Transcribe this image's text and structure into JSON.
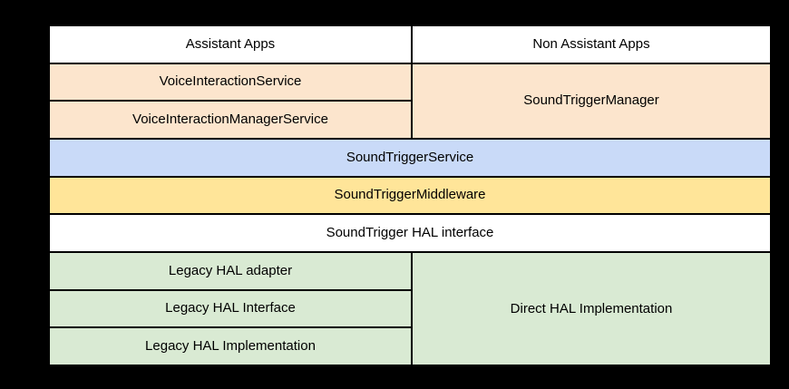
{
  "diagram": {
    "background_color": "#000000",
    "grid_line_color": "#000000",
    "text_color": "#000000",
    "cells": [
      {
        "id": "assistant-apps",
        "label": "Assistant Apps",
        "color": "#ffffff"
      },
      {
        "id": "non-assistant-apps",
        "label": "Non Assistant Apps",
        "color": "#ffffff"
      },
      {
        "id": "voice-interaction-service",
        "label": "VoiceInteractionService",
        "color": "#fce5cd"
      },
      {
        "id": "sound-trigger-manager",
        "label": "SoundTriggerManager",
        "color": "#fce5cd"
      },
      {
        "id": "voice-interaction-manager-service",
        "label": "VoiceInteractionManagerService",
        "color": "#fce5cd"
      },
      {
        "id": "sound-trigger-service",
        "label": "SoundTriggerService",
        "color": "#c9daf8"
      },
      {
        "id": "sound-trigger-middleware",
        "label": "SoundTriggerMiddleware",
        "color": "#ffe599"
      },
      {
        "id": "sound-trigger-hal-interface",
        "label": "SoundTrigger HAL interface",
        "color": "#ffffff"
      },
      {
        "id": "legacy-hal-adapter",
        "label": "Legacy HAL adapter",
        "color": "#d9ead3"
      },
      {
        "id": "direct-hal-implementation",
        "label": "Direct HAL Implementation",
        "color": "#d9ead3"
      },
      {
        "id": "legacy-hal-interface",
        "label": "Legacy HAL Interface",
        "color": "#d9ead3"
      },
      {
        "id": "legacy-hal-implementation",
        "label": "Legacy HAL Implementation",
        "color": "#d9ead3"
      }
    ]
  }
}
